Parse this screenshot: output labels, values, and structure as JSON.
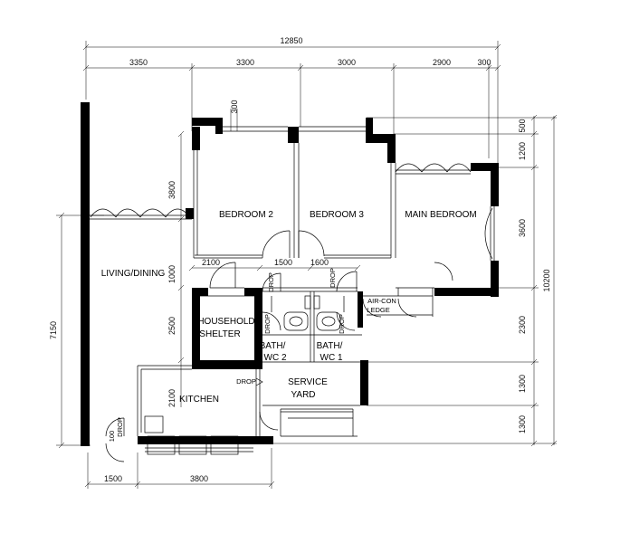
{
  "dimensions": {
    "top_total": "12850",
    "top_segments": [
      "3350",
      "3300",
      "3000",
      "2900",
      "300"
    ],
    "window_offset": "300",
    "left_total": "7150",
    "right_total": "10200",
    "right_segments": [
      "500",
      "1200",
      "3600",
      "2300",
      "1300",
      "1300"
    ],
    "inner_left": [
      "3800",
      "1000",
      "2500",
      "2100"
    ],
    "inner_top": [
      "2100",
      "1500",
      "1600"
    ],
    "bottom_segments": [
      "1500",
      "3800"
    ],
    "entrance_small": "100"
  },
  "rooms": {
    "bedroom2": "BEDROOM 2",
    "bedroom3": "BEDROOM 3",
    "main_bedroom": "MAIN BEDROOM",
    "living_dining": "LIVING/DINING",
    "household_shelter_1": "HOUSEHOLD",
    "household_shelter_2": "SHELTER",
    "bath_wc2_1": "BATH/",
    "bath_wc2_2": "WC 2",
    "bath_wc1_1": "BATH/",
    "bath_wc1_2": "WC 1",
    "service_yard_1": "SERVICE",
    "service_yard_2": "YARD",
    "kitchen": "KITCHEN",
    "aircon_1": "AIR-CON",
    "aircon_2": "LEDGE"
  },
  "drops": {
    "drop_label": "DROP"
  }
}
